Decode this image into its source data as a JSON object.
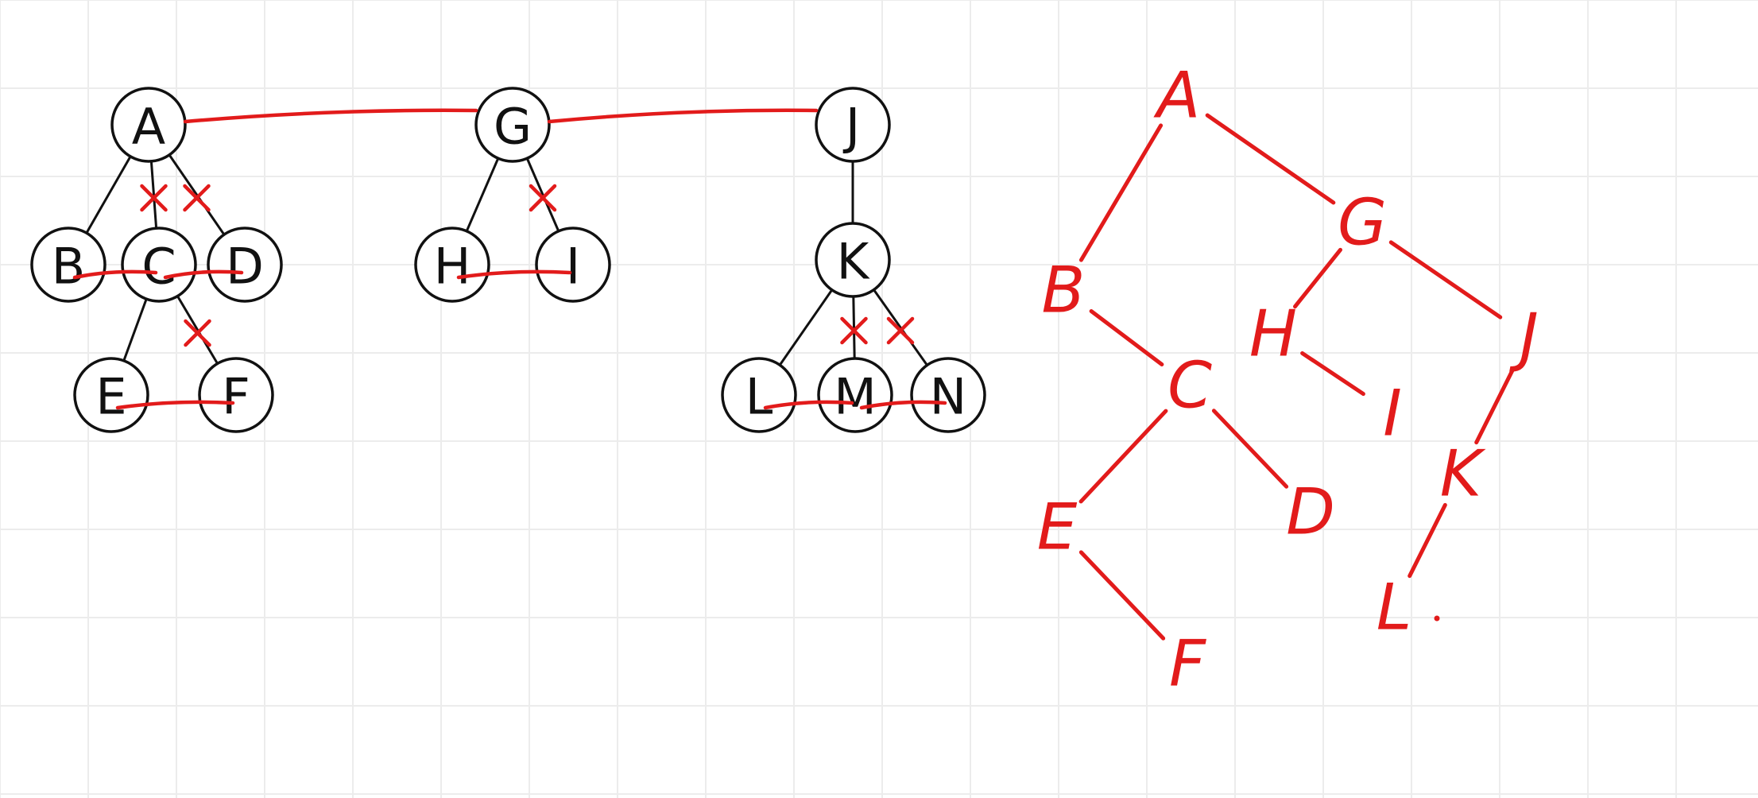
{
  "colors": {
    "ink": "#111111",
    "annotation": "#e21b1b",
    "grid": "#ececec",
    "background": "#ffffff"
  },
  "forest": {
    "nodes": [
      "A",
      "B",
      "C",
      "D",
      "E",
      "F",
      "G",
      "H",
      "I",
      "J",
      "K",
      "L",
      "M",
      "N"
    ],
    "edges": [
      [
        "A",
        "B"
      ],
      [
        "A",
        "C"
      ],
      [
        "A",
        "D"
      ],
      [
        "C",
        "E"
      ],
      [
        "C",
        "F"
      ],
      [
        "G",
        "H"
      ],
      [
        "G",
        "I"
      ],
      [
        "J",
        "K"
      ],
      [
        "K",
        "L"
      ],
      [
        "K",
        "M"
      ],
      [
        "K",
        "N"
      ]
    ],
    "root_links": [
      [
        "A",
        "G"
      ],
      [
        "G",
        "J"
      ]
    ],
    "sibling_links": [
      [
        "B",
        "C"
      ],
      [
        "C",
        "D"
      ],
      [
        "E",
        "F"
      ],
      [
        "H",
        "I"
      ],
      [
        "L",
        "M"
      ],
      [
        "M",
        "N"
      ]
    ],
    "removed_edges": [
      [
        "A",
        "C"
      ],
      [
        "A",
        "D"
      ],
      [
        "C",
        "F"
      ],
      [
        "G",
        "I"
      ],
      [
        "K",
        "M"
      ],
      [
        "K",
        "N"
      ]
    ]
  },
  "binary_tree": {
    "nodes": [
      {
        "id": "A",
        "label": "A"
      },
      {
        "id": "B",
        "label": "B"
      },
      {
        "id": "C",
        "label": "C"
      },
      {
        "id": "D",
        "label": "D"
      },
      {
        "id": "E",
        "label": "E"
      },
      {
        "id": "F",
        "label": "F"
      },
      {
        "id": "G",
        "label": "G"
      },
      {
        "id": "H",
        "label": "H"
      },
      {
        "id": "I",
        "label": "I"
      },
      {
        "id": "J",
        "label": "J"
      },
      {
        "id": "K",
        "label": "K"
      },
      {
        "id": "L",
        "label": "L"
      }
    ],
    "edges": [
      [
        "A",
        "B"
      ],
      [
        "A",
        "G"
      ],
      [
        "B",
        "C"
      ],
      [
        "C",
        "E"
      ],
      [
        "C",
        "D"
      ],
      [
        "E",
        "F"
      ],
      [
        "G",
        "H"
      ],
      [
        "G",
        "J"
      ],
      [
        "H",
        "I"
      ],
      [
        "J",
        "K"
      ],
      [
        "K",
        "L"
      ]
    ]
  }
}
